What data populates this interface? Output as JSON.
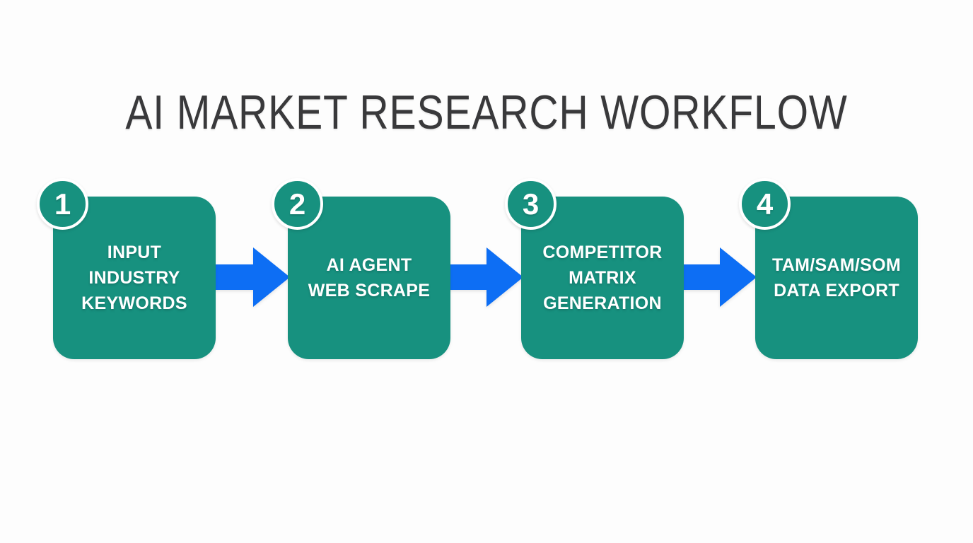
{
  "title": "AI MARKET RESEARCH WORKFLOW",
  "colors": {
    "background": "#fdfdfd",
    "teal": "#17917f",
    "arrow_blue": "#0d6ef4",
    "title_text": "#39393b",
    "step_text": "#ffffff"
  },
  "steps": [
    {
      "number": "1",
      "label": "INPUT\nINDUSTRY\nKEYWORDS"
    },
    {
      "number": "2",
      "label": "AI AGENT\nWEB SCRAPE"
    },
    {
      "number": "3",
      "label": "COMPETITOR\nMATRIX\nGENERATION"
    },
    {
      "number": "4",
      "label": "TAM/SAM/SOM\nDATA EXPORT"
    }
  ]
}
